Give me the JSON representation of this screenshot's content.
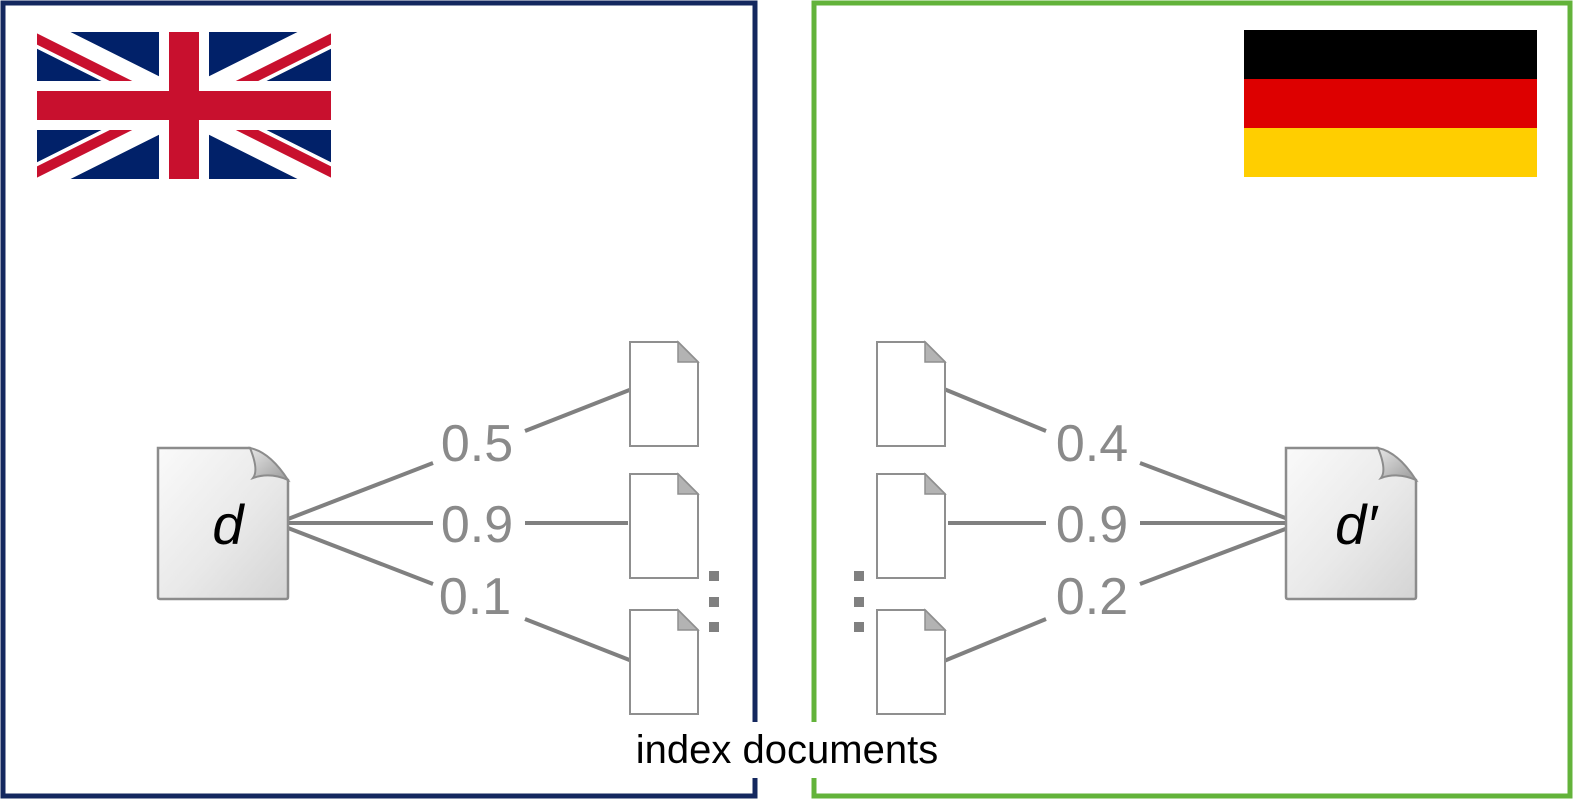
{
  "panels": {
    "english": {
      "flag_icon": "uk-flag-icon",
      "border_color": "#14285f"
    },
    "german": {
      "flag_icon": "germany-flag-icon",
      "border_color": "#63b33a"
    }
  },
  "query_docs": {
    "english": "d",
    "german": "d′"
  },
  "similarities": {
    "english": [
      "0.5",
      "0.9",
      "0.1"
    ],
    "german": [
      "0.4",
      "0.9",
      "0.2"
    ]
  },
  "caption": "index documents",
  "colors": {
    "edge": "#808080",
    "uk_blue": "#012169",
    "uk_red": "#C8102E",
    "de_black": "#000000",
    "de_red": "#DD0000",
    "de_gold": "#FFCE00"
  }
}
